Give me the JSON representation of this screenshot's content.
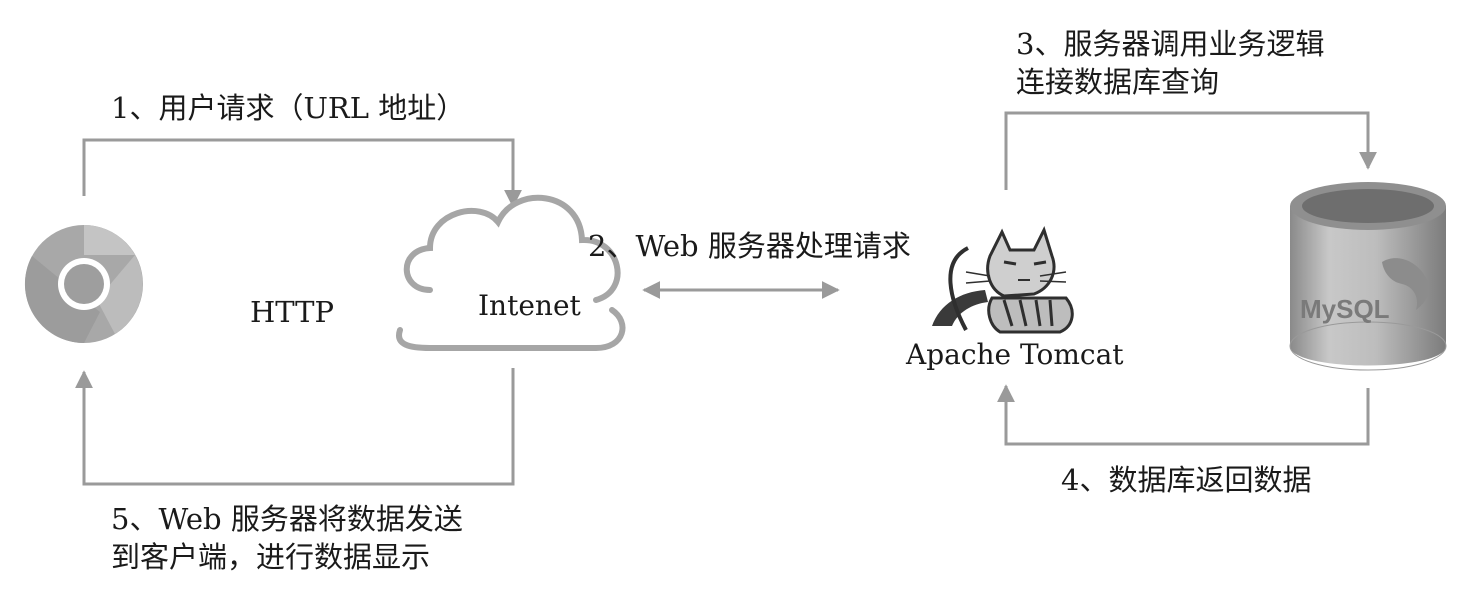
{
  "steps": {
    "step1": "1、用户请求（URL 地址）",
    "step2": "2、Web 服务器处理请求",
    "step3_line1": "3、服务器调用业务逻辑",
    "step3_line2": "连接数据库查询",
    "step4": "4、数据库返回数据",
    "step5_line1": "5、Web 服务器将数据发送",
    "step5_line2": "到客户端，进行数据显示"
  },
  "nodes": {
    "http": "HTTP",
    "internet": "Intenet",
    "tomcat": "Apache Tomcat",
    "mysql_logo": "MySQL"
  },
  "colors": {
    "arrow": "#9a9a9a",
    "text": "#1a1a1a",
    "icon_dark": "#6b6b6b",
    "icon_mid": "#a6a6a6",
    "icon_light": "#d4d4d4"
  }
}
